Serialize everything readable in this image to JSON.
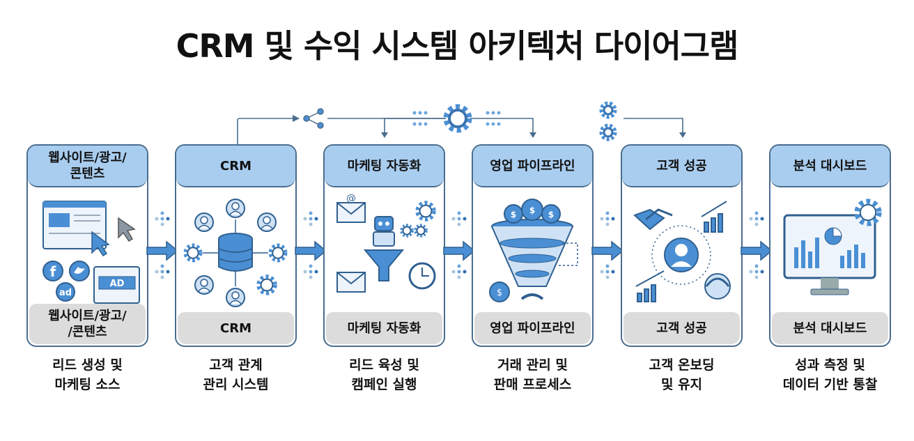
{
  "title": "CRM 및 수익 시스템 아키텍처 다이어그램",
  "colors": {
    "accent": "#4a8fd4",
    "header": "#a9cdef",
    "border": "#4a6d8e",
    "footer": "#dcdcdc"
  },
  "stages": [
    {
      "header": "웹사이트/광고/\n콘텐츠",
      "footer": "웹사이트/광고/\n/콘텐츠",
      "caption": "리드 생성 및\n마케팅 소스",
      "icon": "website-ads-icon",
      "ad_label": "AD",
      "ad_badge": "ad"
    },
    {
      "header": "CRM",
      "footer": "CRM",
      "caption": "고객 관계\n관리 시스템",
      "icon": "database-hub-icon"
    },
    {
      "header": "마케팅 자동화",
      "footer": "마케팅 자동화",
      "caption": "리드 육성 및\n캠페인 실행",
      "icon": "robot-funnel-icon"
    },
    {
      "header": "영업 파이프라인",
      "footer": "영업 파이프라인",
      "caption": "거래 관리 및\n판매 프로세스",
      "icon": "sales-funnel-icon"
    },
    {
      "header": "고객 성공",
      "footer": "고객 성공",
      "caption": "고객 온보딩\n및 유지",
      "icon": "customer-success-icon"
    },
    {
      "header": "분석 대시보드",
      "footer": "분석 대시보드",
      "caption": "성과 측정 및\n데이터 기반 통찰",
      "icon": "dashboard-monitor-icon"
    }
  ]
}
